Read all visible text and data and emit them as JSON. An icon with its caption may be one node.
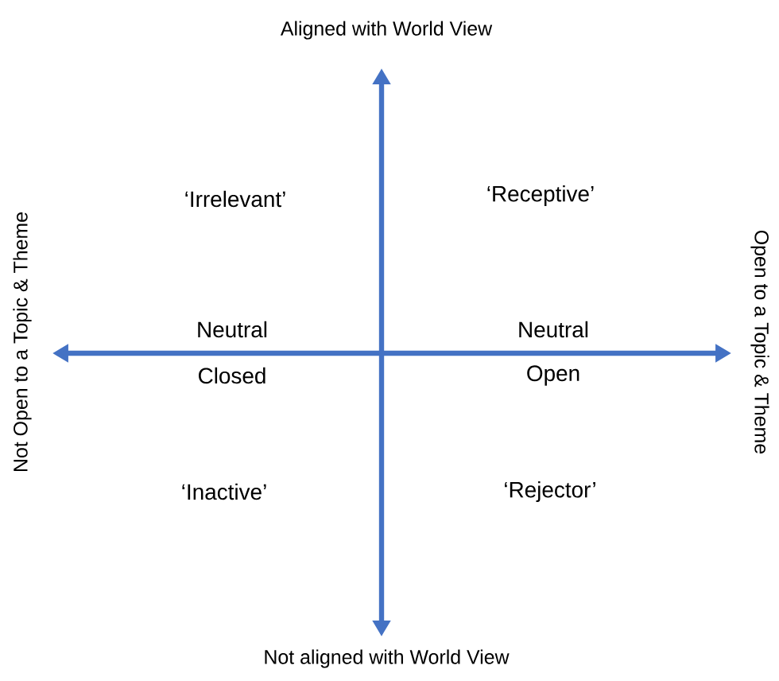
{
  "diagram": {
    "labels": [
      "Aligned with World View",
      "Not Open to a Topic & Theme",
      "‘Irrelevant’",
      "‘Receptive’",
      "Open to a Topic & Theme",
      "Neutral",
      "Neutral",
      "Closed",
      "Open",
      "‘Inactive’",
      "‘Rejector’",
      "Not aligned with World View"
    ]
  }
}
